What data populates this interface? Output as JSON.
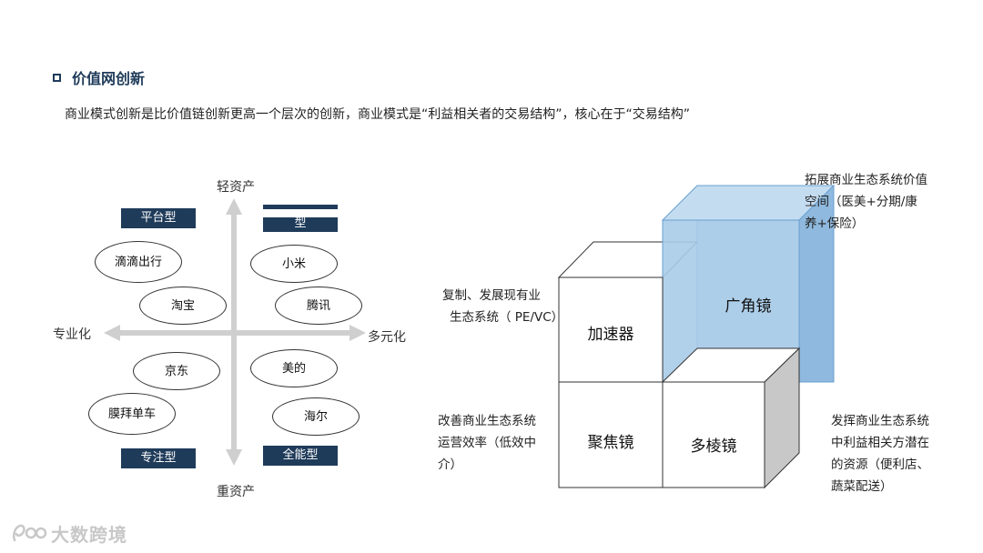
{
  "header": {
    "title": "价值网创新",
    "intro": "商业模式创新是比价值链创新更高一个层次的创新，商业模式是“利益相关者的交易结构”，核心在于“交易结构”"
  },
  "matrix": {
    "axes": {
      "top": "轻资产",
      "bottom": "重资产",
      "left": "专业化",
      "right": "多元化"
    },
    "quadrant_labels": {
      "top_left": "平台型",
      "top_right": "型",
      "bottom_left": "专注型",
      "bottom_right": "全能型"
    },
    "companies": {
      "didi": "滴滴出行",
      "taobao": "淘宝",
      "jingdong": "京东",
      "mobike": "膜拜单车",
      "xiaomi": "小米",
      "tencent": "腾讯",
      "midea": "美的",
      "haier": "海尔"
    }
  },
  "cube": {
    "accelerator": "加速器",
    "wide_angle": "广角镜",
    "focus": "聚焦镜",
    "prism": "多棱镜"
  },
  "notes": {
    "wide_angle_line1": "拓展商业生态系统价值",
    "wide_angle_line2": "空间（医美+分期/康",
    "wide_angle_line3": "养+保险）",
    "accelerator_line1": "复制、发展现有业",
    "accelerator_line2": "生态系统（ PE/VC）",
    "focus_line1": "改善商业生态系统",
    "focus_line2": "运营效率（低效中",
    "focus_line3": "介）",
    "prism_line1": "发挥商业生态系统",
    "prism_line2": "中利益相关方潜在",
    "prism_line3": "的资源（便利店、",
    "prism_line4": "蔬菜配送）"
  },
  "watermark": {
    "text": "大数跨境"
  },
  "colors": {
    "navy": "#1f3b5a",
    "axis_gray": "#cfcfcf",
    "cube_blue": "#a9cbe8",
    "cube_shade": "#c8c8c8"
  }
}
